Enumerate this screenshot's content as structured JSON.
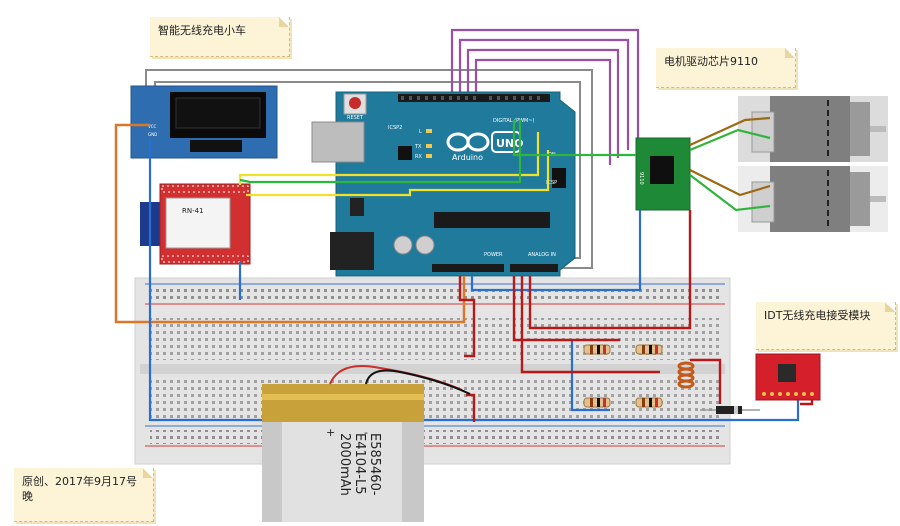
{
  "notes": {
    "title": "智能无线充电小车",
    "motor_driver": "电机驱动芯片9110",
    "idt_module": "IDT无线充电接受模块",
    "credit": "原创、2017年9月17号晚"
  },
  "arduino": {
    "reset_label": "RESET",
    "icsp2_label": "ICSP2",
    "digital_label": "DIGITAL (PWM~)",
    "brand": "Arduino",
    "model": "UNO",
    "on_label": "ON",
    "icsp_label": "ICSP",
    "power_label": "POWER",
    "analog_label": "ANALOG IN",
    "tx_label": "TX",
    "rx_label": "RX",
    "l_label": "L"
  },
  "bluetooth": {
    "label": "RN-41"
  },
  "oled": {
    "pins": [
      "VCC",
      "GND"
    ]
  },
  "driver_chip": {
    "label": "9110"
  },
  "battery": {
    "plus": "+",
    "minus": "-",
    "line1": "E585460-",
    "line2": "E4104-L5",
    "line3": "2000mAh"
  },
  "colors": {
    "board": "#1f7a9c",
    "breadboard": "#e6e6e6",
    "wire_orange": "#d9772b",
    "wire_blue": "#2a6fd0",
    "wire_yellow": "#f1e12a",
    "wire_green": "#2fb53b",
    "wire_red": "#b7191b",
    "wire_purple": "#9a4fa6",
    "wire_gray": "#8a8a8a",
    "wire_brown": "#9b6a12",
    "idt_board": "#d51f2a",
    "driver_board": "#1e8a38"
  }
}
